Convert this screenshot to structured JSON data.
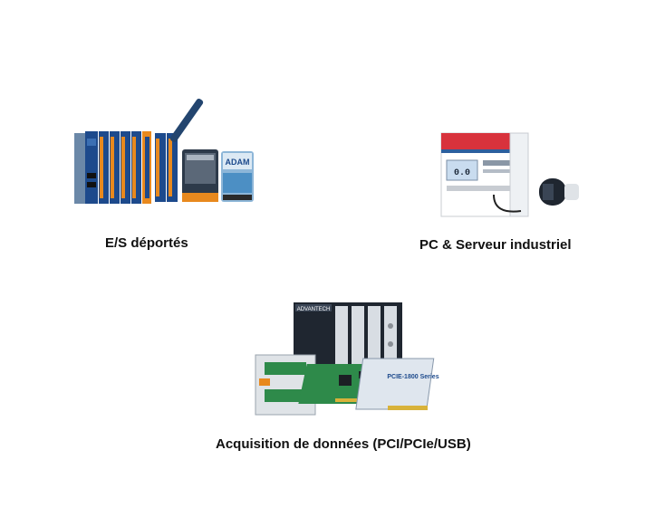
{
  "categories": [
    {
      "label": "E/S déportés",
      "icon": "remote-io-modules-icon"
    },
    {
      "label": "PC & Serveur industriel",
      "icon": "industrial-pc-energy-meter-icon"
    },
    {
      "label": "Acquisition  de données (PCI/PCIe/USB)",
      "icon": "data-acquisition-cards-icon"
    }
  ],
  "product_text": {
    "adam_label": "ADAM",
    "advantech_label": "ADVANTECH",
    "pcie_label": "PCIE-1800 Series",
    "meter_reading": "0.0"
  },
  "colors": {
    "module_blue": "#1d4a8c",
    "terminal_orange": "#e8891e",
    "meter_red": "#d8323c",
    "meter_blue": "#2c5f9e",
    "pcb_green": "#2e8a4a",
    "chassis_dark": "#1f2630"
  }
}
